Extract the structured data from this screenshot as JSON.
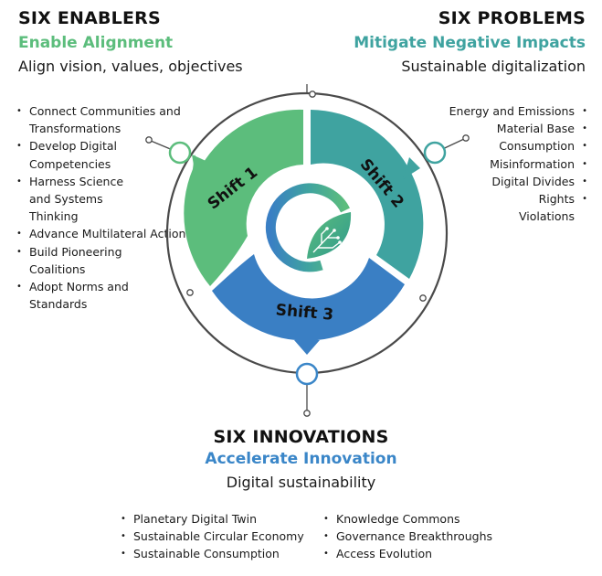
{
  "enablers": {
    "title": "SIX ENABLERS",
    "subtitle": "Enable Alignment",
    "description": "Align vision, values, objectives",
    "items": [
      "Connect Communities and Transformations",
      "Develop Digital Competencies",
      "Harness Science and Systems Thinking",
      "Advance Multilateral Action",
      "Build Pioneering Coalitions",
      "Adopt Norms and Standards"
    ]
  },
  "problems": {
    "title": "SIX PROBLEMS",
    "subtitle": "Mitigate Negative Impacts",
    "description": "Sustainable digitalization",
    "items": [
      "Energy and Emissions",
      "Material Base",
      "Consumption",
      "Misinformation",
      "Digital Divides",
      "Rights Violations"
    ]
  },
  "innovations": {
    "title": "SIX INNOVATIONS",
    "subtitle": "Accelerate Innovation",
    "description": "Digital sustainability",
    "items_left": [
      "Planetary Digital Twin",
      "Sustainable Circular Economy",
      "Sustainable Consumption"
    ],
    "items_right": [
      "Knowledge Commons",
      "Governance Breakthroughs",
      "Access Evolution"
    ]
  },
  "shifts": {
    "shift1": "Shift 1",
    "shift2": "Shift 2",
    "shift3": "Shift 3"
  },
  "colors": {
    "green": "#5cbd7c",
    "teal": "#3fa3a0",
    "blue": "#3a7fc4",
    "enablers_heading": "#5cbd7c",
    "problems_heading": "#3fa3a0",
    "innovations_heading": "#3a86c8",
    "ring": "#4a4a4a"
  },
  "icons": {
    "center": "leaf-circuit-icon"
  }
}
